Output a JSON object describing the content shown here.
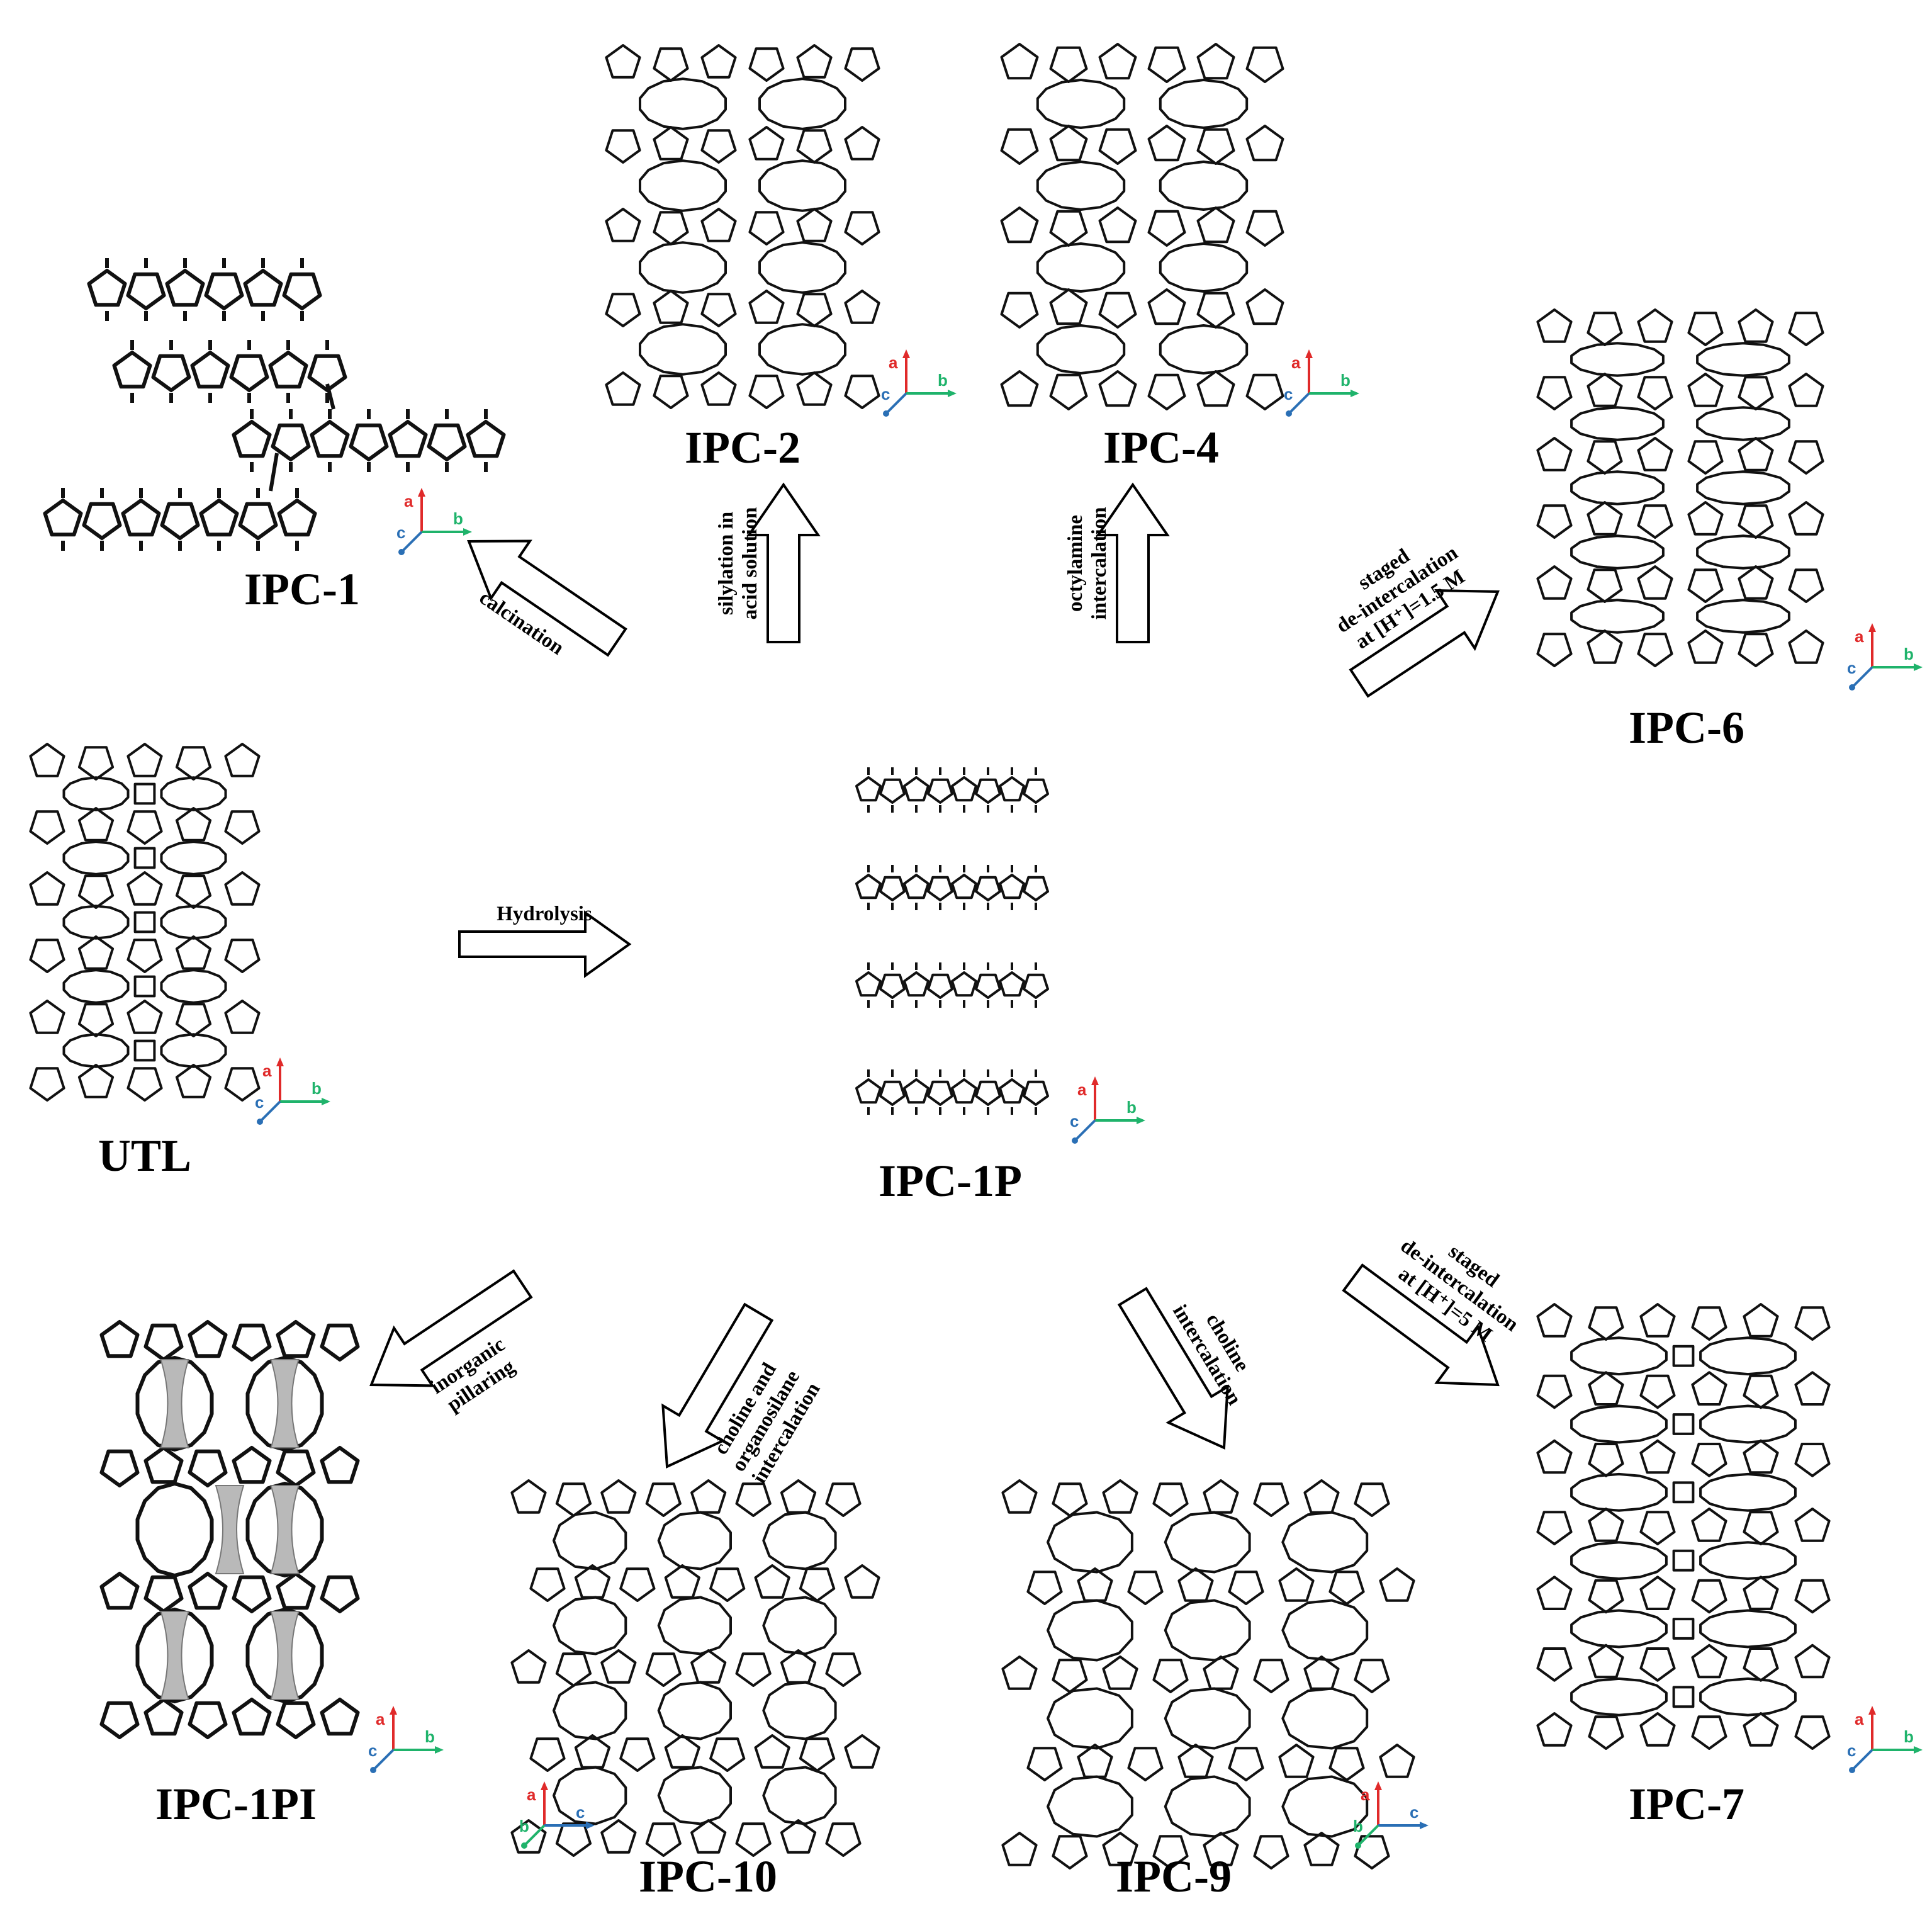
{
  "colors": {
    "axis_a": "#e02a2a",
    "axis_b": "#1fb36b",
    "axis_c": "#2a6fb5",
    "line": "#111111",
    "pillar": "#b9b9b9"
  },
  "frameworks": {
    "ipc1": "IPC-1",
    "ipc2": "IPC-2",
    "ipc4": "IPC-4",
    "ipc6": "IPC-6",
    "utl": "UTL",
    "ipc1p": "IPC-1P",
    "ipc1pi": "IPC-1PI",
    "ipc10": "IPC-10",
    "ipc9": "IPC-9",
    "ipc7": "IPC-7"
  },
  "transformations": {
    "calcination": [
      "calcination"
    ],
    "silylation": [
      "silylation in",
      "acid solution"
    ],
    "octylamine": [
      "octylamine",
      "intercalation"
    ],
    "staged_15": [
      "staged",
      "de-intercalation",
      "at [H⁺]=1.5 M"
    ],
    "hydrolysis": [
      "Hydrolysis"
    ],
    "pillaring": [
      "inorganic",
      "pillaring"
    ],
    "choline_organosilane": [
      "choline and",
      "organosilane",
      "intercalation"
    ],
    "choline": [
      "choline",
      "intercalation"
    ],
    "staged_5": [
      "staged",
      "de-intercalation",
      "at [H⁺]=5 M"
    ]
  },
  "axes": {
    "a": "a",
    "b": "b",
    "c": "c"
  }
}
